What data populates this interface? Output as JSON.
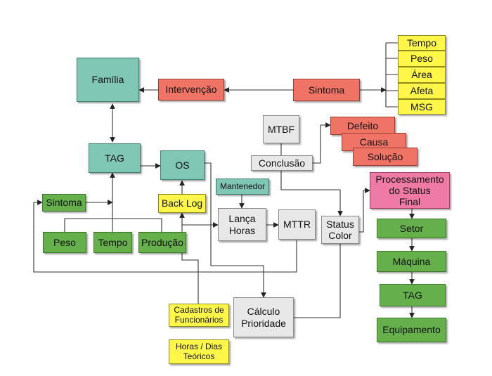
{
  "nodes": {
    "familia": "Família",
    "intervencao": "Intervenção",
    "sintoma_top": "Sintoma",
    "tempo": "Tempo",
    "peso": "Peso",
    "area": "Área",
    "afeta": "Afeta",
    "msg": "MSG",
    "tag": "TAG",
    "os": "OS",
    "mtbf": "MTBF",
    "conclusao": "Conclusão",
    "defeito": "Defeito",
    "causa": "Causa",
    "solucao": "Solução",
    "processamento": "Processamento\ndo Status\nFinal",
    "mantenedor": "Mantenedor",
    "sintoma_left": "Sintoma",
    "backlog": "Back Log",
    "lanca_horas": "Lança\nHoras",
    "mttr": "MTTR",
    "status_color": "Status\nColor",
    "peso_bottom": "Peso",
    "tempo_bottom": "Tempo",
    "producao": "Produção",
    "setor": "Setor",
    "maquina": "Máquina",
    "tag_right": "TAG",
    "equipamento": "Equipamento",
    "cadastros": "Cadastros de\nFuncionários",
    "calculo": "Cálculo\nPrioridade",
    "horas_dias": "Horas / Dias\nTeóricos"
  }
}
